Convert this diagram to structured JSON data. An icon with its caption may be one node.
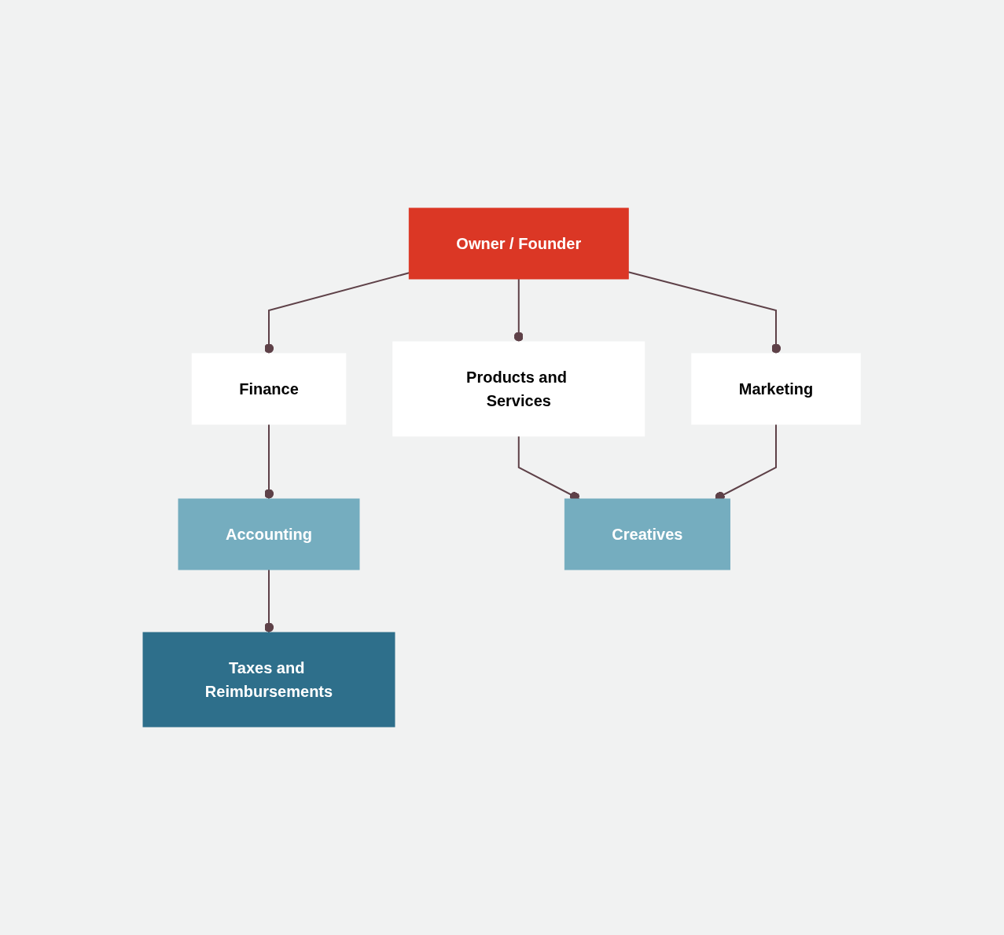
{
  "diagram": {
    "nodes": [
      {
        "text": [
          "Owner / Founder"
        ]
      },
      {
        "text": [
          "Finance"
        ]
      },
      {
        "text": [
          "Products and Services"
        ]
      },
      {
        "text": [
          "Marketing"
        ]
      },
      {
        "text": [
          "Accounting"
        ]
      },
      {
        "text": [
          "Creatives"
        ]
      },
      {
        "text": [
          "Taxes and Reimbursements"
        ]
      }
    ],
    "edges": [
      {
        "from": 0,
        "to": 1,
        "arrow": "other"
      },
      {
        "from": 0,
        "to": 2,
        "arrow": "other"
      },
      {
        "from": 0,
        "to": 3,
        "arrow": "other"
      },
      {
        "from": 1,
        "to": 4,
        "arrow": "other"
      },
      {
        "from": 2,
        "to": 5,
        "arrow": "other"
      },
      {
        "from": 3,
        "to": 5,
        "arrow": "other"
      },
      {
        "from": 4,
        "to": 6,
        "arrow": "other"
      }
    ]
  }
}
